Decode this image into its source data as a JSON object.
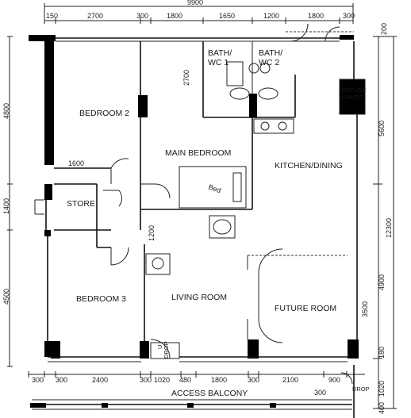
{
  "dimensions": {
    "top_overall": "9900",
    "top": [
      "150",
      "2700",
      "300",
      "1800",
      "1650",
      "1200",
      "1800",
      "300"
    ],
    "top_right": "200",
    "bath_height": "2700",
    "left": [
      "4800",
      "1400",
      "4500"
    ],
    "store_width": "1600",
    "living_top": "1200",
    "right_overall": "12300",
    "right": [
      "5600",
      "4900",
      "3500",
      "180",
      "1020",
      "400"
    ],
    "bottom": [
      "300",
      "300",
      "2400",
      "300",
      "1020",
      "480",
      "1800",
      "300",
      "2100",
      "900"
    ],
    "balcony_depth": "300"
  },
  "rooms": {
    "bedroom2": "BEDROOM 2",
    "main_bedroom": "MAIN BEDROOM",
    "kitchen_dining": "KITCHEN/DINING",
    "store": "STORE",
    "bath1_line1": "BATH/",
    "bath1_line2": "WC 1",
    "bath2_line1": "BATH/",
    "bath2_line2": "WC 2",
    "refuse_line1": "REFUSE",
    "refuse_line2": "CHUTE",
    "bedroom3": "BEDROOM 3",
    "living_room": "LIVING ROOM",
    "future_room": "FUTURE ROOM",
    "access_balcony": "ACCESS BALCONY",
    "udrop_left_line1": "U",
    "udrop_left_line2": "DROP",
    "udrop_right": "DROP",
    "bed_note": "Bed"
  }
}
